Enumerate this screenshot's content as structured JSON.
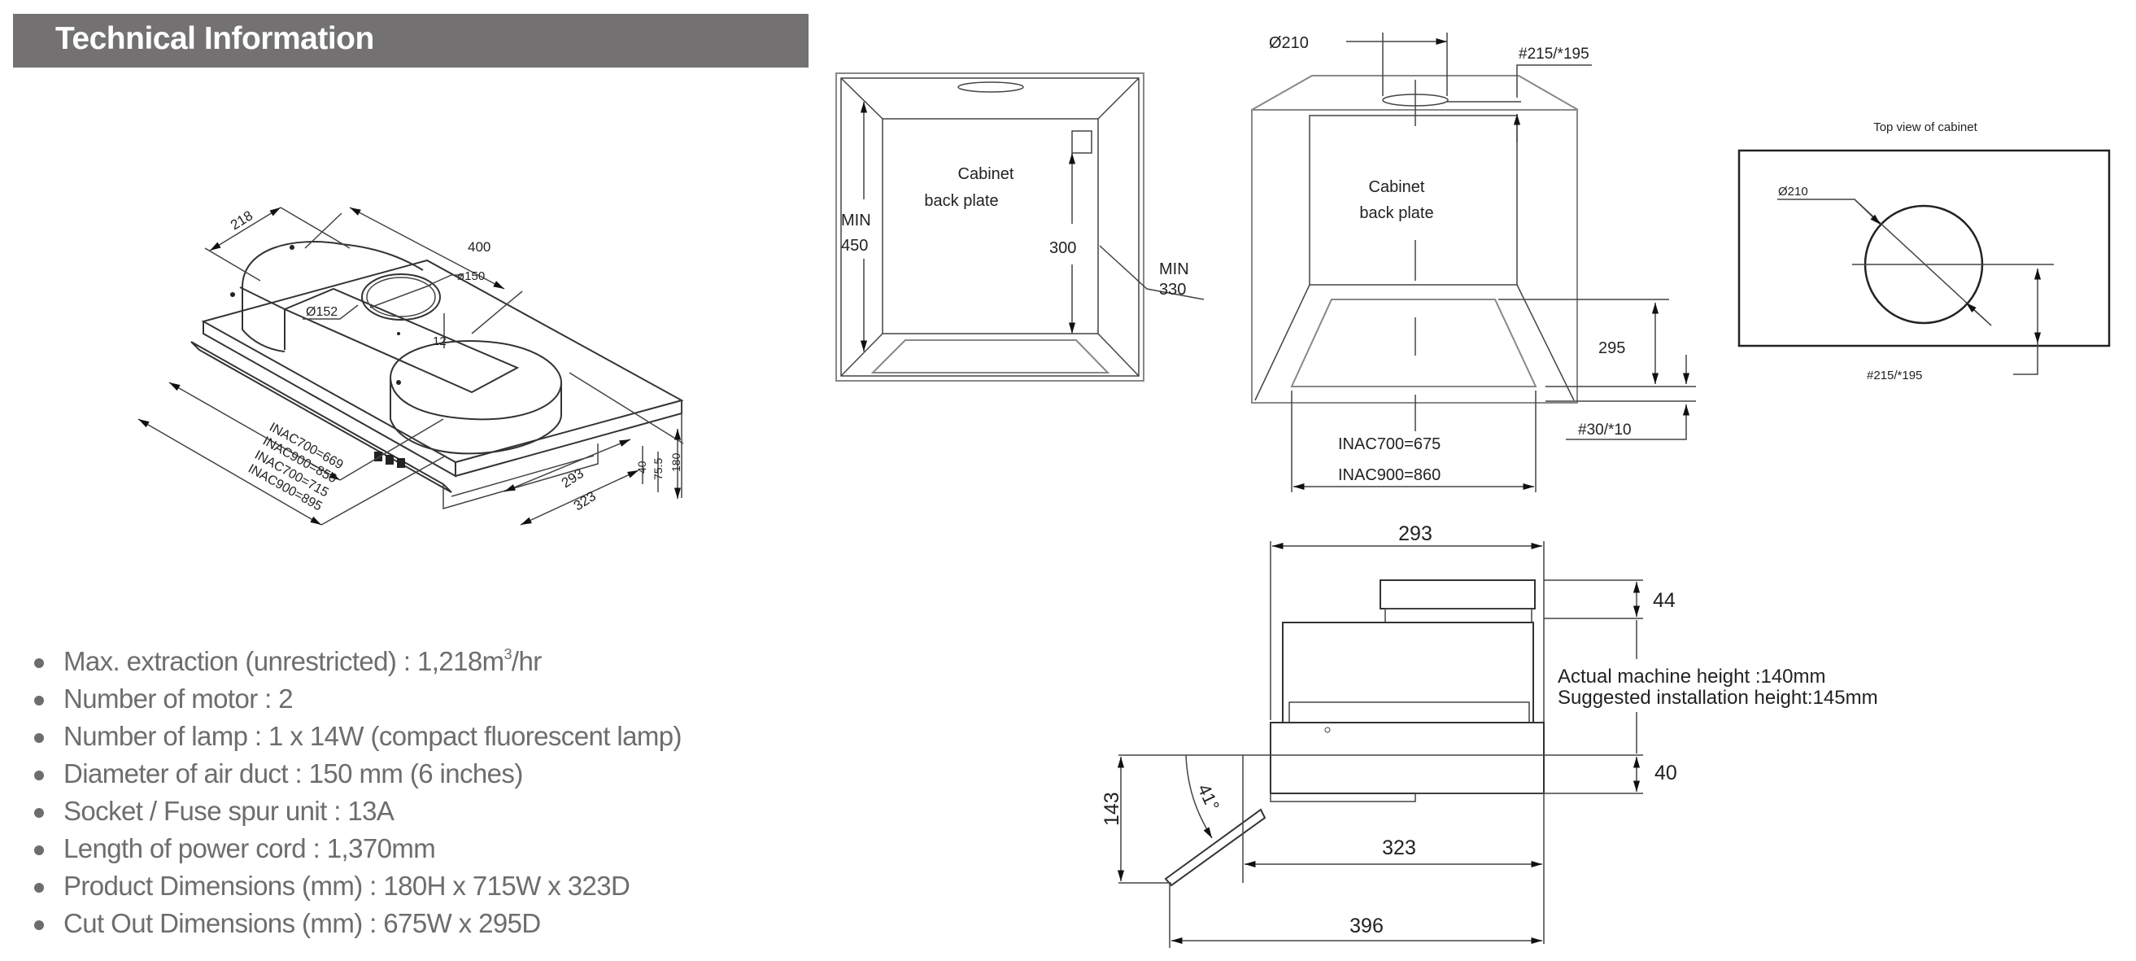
{
  "header": {
    "title": "Technical Information"
  },
  "specs": [
    {
      "label": "Max. extraction (unrestricted) : 1,218m",
      "sup": "3",
      "suffix": "/hr"
    },
    {
      "label": "Number of motor : 2"
    },
    {
      "label": "Number of lamp : 1 x 14W (compact fluorescent lamp)"
    },
    {
      "label": "Diameter of air duct : 150 mm (6 inches)"
    },
    {
      "label": "Socket / Fuse spur unit : 13A"
    },
    {
      "label": "Length of power cord : 1,370mm"
    },
    {
      "label": "Product Dimensions (mm) : 180H x 715W x 323D"
    },
    {
      "label": "Cut Out Dimensions (mm) : 675W x 295D"
    }
  ],
  "iso_view": {
    "dim_218": "218",
    "dim_400": "400",
    "dim_dia150": "ø150",
    "dim_dia152": "Ø152",
    "dim_12": "12",
    "dim_inac700_669": "INAC700=669",
    "dim_inac900_850": "INAC900=850",
    "dim_inac700_715": "INAC700=715",
    "dim_inac900_895": "INAC900=895",
    "dim_293": "293",
    "dim_323": "323",
    "dim_40": "40",
    "dim_75_5": "75.5",
    "dim_180": "180"
  },
  "cabinet_front": {
    "label_line1": "Cabinet",
    "label_line2": "back plate",
    "min_label": "MIN",
    "dim_450": "450",
    "dim_300": "300",
    "min2_label": "MIN",
    "dim_330": "330"
  },
  "cabinet_cutout": {
    "dim_dia210": "Ø210",
    "dim_215_195": "#215/*195",
    "label_line1": "Cabinet",
    "label_line2": "back plate",
    "dim_295": "295",
    "dim_30_10": "#30/*10",
    "dim_inac700": "INAC700=675",
    "dim_inac900": "INAC900=860"
  },
  "top_view": {
    "title": "Top view of cabinet",
    "dim_dia210": "Ø210",
    "dim_215_195": "#215/*195"
  },
  "side_view": {
    "dim_293": "293",
    "dim_44": "44",
    "note_line1": "Actual machine height :140mm",
    "note_line2": "Suggested installation height:145mm",
    "dim_40": "40",
    "dim_143": "143",
    "angle": "41°",
    "dim_323": "323",
    "dim_396": "396"
  }
}
